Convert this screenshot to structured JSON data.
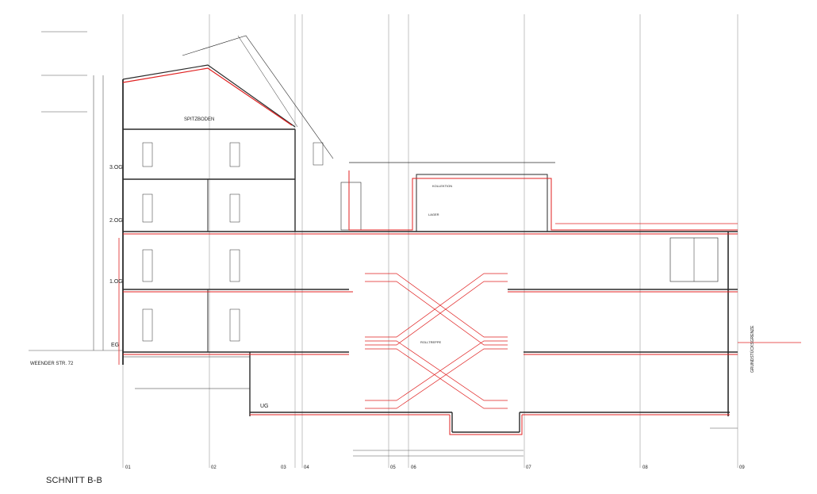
{
  "drawing": {
    "title": "SCHNITT B-B",
    "street_label": "WEENDER STR. 72",
    "property_line_label": "GRUNDSTÜCKSGRENZE",
    "attic_room_label": "SPITZBODEN",
    "storey_labels": [
      "3.OG",
      "2.OG",
      "1.OG",
      "EG",
      "UG"
    ],
    "axis_labels": [
      "01",
      "02",
      "03",
      "04",
      "05",
      "06",
      "07",
      "08",
      "09"
    ],
    "room_labels": [
      "KOLLEKTION",
      "LAGER",
      "ROLLTREPPE"
    ],
    "colors": {
      "existing": "#2a2a2a",
      "new": "#e02020",
      "grid": "#9a9a9a",
      "background": "#ffffff"
    }
  }
}
